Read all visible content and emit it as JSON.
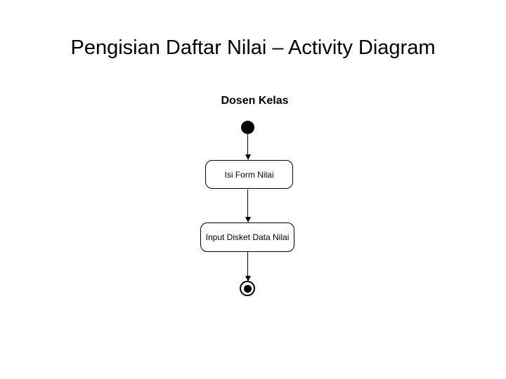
{
  "slide": {
    "title": "Pengisian Daftar Nilai – Activity Diagram",
    "background_color": "#ffffff",
    "text_color": "#000000"
  },
  "diagram": {
    "type": "uml-activity-diagram",
    "lane_label": "Dosen Kelas",
    "nodes": [
      {
        "id": "start",
        "type": "initial-node",
        "label": ""
      },
      {
        "id": "isi-form-nilai",
        "type": "activity",
        "label": "Isi Form Nilai"
      },
      {
        "id": "input-disket-data-nilai",
        "type": "activity",
        "label": "Input Disket Data Nilai"
      },
      {
        "id": "end",
        "type": "final-node",
        "label": ""
      }
    ],
    "edges": [
      {
        "from": "start",
        "to": "isi-form-nilai"
      },
      {
        "from": "isi-form-nilai",
        "to": "input-disket-data-nilai"
      },
      {
        "from": "input-disket-data-nilai",
        "to": "end"
      }
    ],
    "colors": {
      "node_border": "#000000",
      "node_fill": "#ffffff",
      "start_node_fill": "#000000",
      "arrow": "#000000"
    }
  }
}
